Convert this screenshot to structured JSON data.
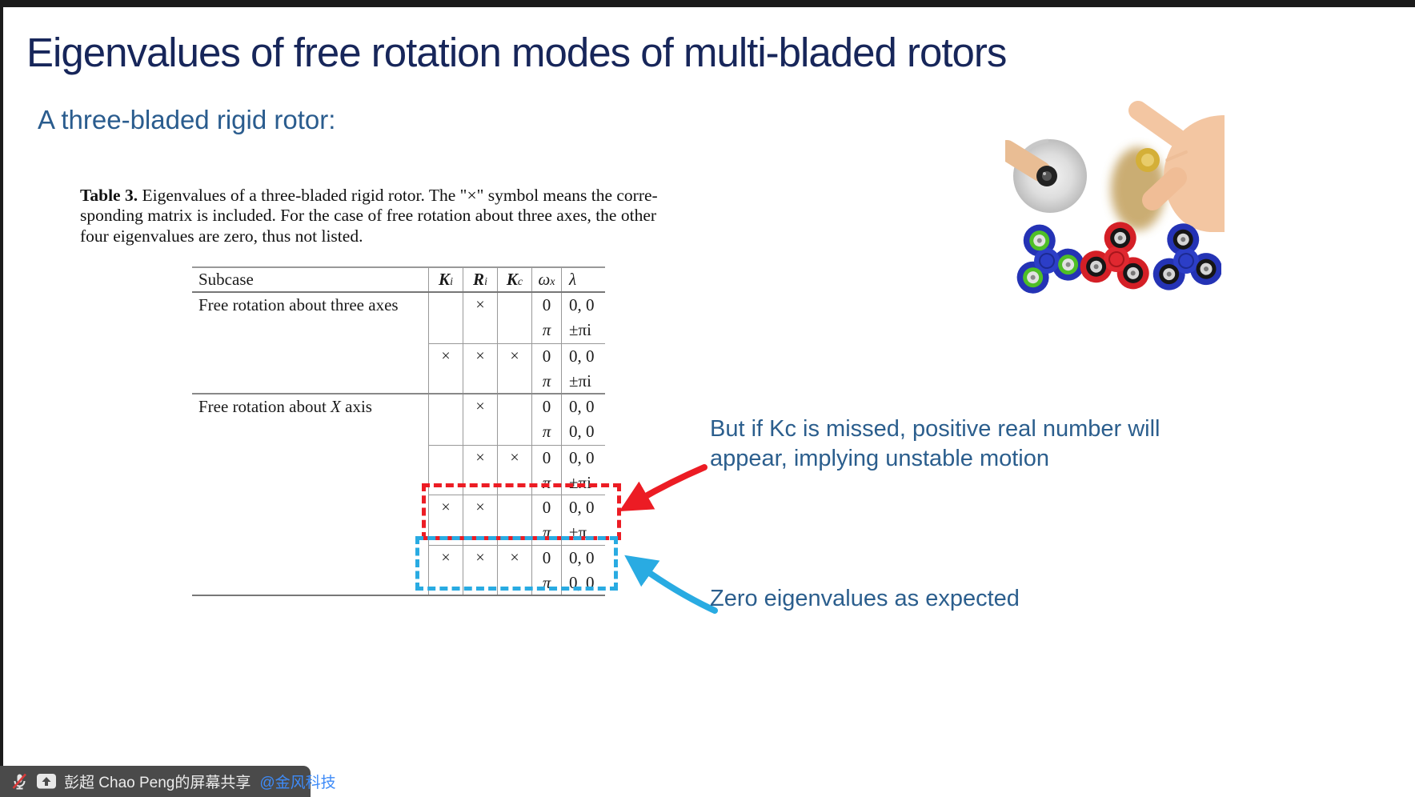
{
  "title": "Eigenvalues of free rotation modes of multi-bladed rotors",
  "subtitle": "A three-bladed rigid rotor:",
  "caption": {
    "label": "Table 3.",
    "line1": " Eigenvalues of a three-bladed rigid rotor. The \"×\" symbol means the corre-",
    "line2": "sponding matrix is included. For the case of free rotation about three axes, the other",
    "line3": "four eigenvalues are zero, thus not listed."
  },
  "table": {
    "columns": [
      {
        "base": "Subcase",
        "sub": "",
        "bold": false
      },
      {
        "base": "K",
        "sub": "i",
        "bold": true
      },
      {
        "base": "R",
        "sub": "i",
        "bold": true
      },
      {
        "base": "K",
        "sub": "c",
        "bold": true
      },
      {
        "base": "ω",
        "sub": "x",
        "bold": false
      },
      {
        "base": "λ",
        "sub": "",
        "bold": false
      }
    ],
    "rows": [
      {
        "sc_pre": "Free rotation about three axes",
        "sc_it": "",
        "sc_post": "",
        "marks": [
          "",
          "×",
          ""
        ],
        "omega": [
          "0",
          "π"
        ],
        "lambda": [
          "0, 0",
          "±πi"
        ],
        "group_start": true
      },
      {
        "sc_pre": "",
        "sc_it": "",
        "sc_post": "",
        "marks": [
          "×",
          "×",
          "×"
        ],
        "omega": [
          "0",
          "π"
        ],
        "lambda": [
          "0, 0",
          "±πi"
        ],
        "group_start": false
      },
      {
        "sc_pre": "Free rotation about ",
        "sc_it": "X",
        "sc_post": " axis",
        "marks": [
          "",
          "×",
          ""
        ],
        "omega": [
          "0",
          "π"
        ],
        "lambda": [
          "0, 0",
          "0, 0"
        ],
        "group_start": true
      },
      {
        "sc_pre": "",
        "sc_it": "",
        "sc_post": "",
        "marks": [
          "",
          "×",
          "×"
        ],
        "omega": [
          "0",
          "π"
        ],
        "lambda": [
          "0, 0",
          "±πi"
        ],
        "group_start": false
      },
      {
        "sc_pre": "",
        "sc_it": "",
        "sc_post": "",
        "marks": [
          "×",
          "×",
          ""
        ],
        "omega": [
          "0",
          "π"
        ],
        "lambda": [
          "0, 0",
          "±π"
        ],
        "group_start": false
      },
      {
        "sc_pre": "",
        "sc_it": "",
        "sc_post": "",
        "marks": [
          "×",
          "×",
          "×"
        ],
        "omega": [
          "0",
          "π"
        ],
        "lambda": [
          "0, 0",
          "0, 0"
        ],
        "group_start": false
      }
    ]
  },
  "annotations": {
    "kc_line1": "But if Kc is missed, positive real number will",
    "kc_line2": "appear, implying unstable motion",
    "zero": "Zero eigenvalues as expected"
  },
  "share_bar": {
    "speaker": "彭超 Chao Peng的屏幕共享",
    "mention": "@金风科技"
  },
  "images": {
    "hand_spinner": "hand flicking a gold fidget spinner",
    "finger_spinner": "finger pressing a spinning blurred fidget spinner",
    "spinners_row": "three fidget spinners: blue with green bearings, red, blue"
  },
  "colors": {
    "title_navy": "#17265a",
    "annotation_blue": "#2b5e8d",
    "red_accent": "#ec1c24",
    "cyan_accent": "#29abe2",
    "mention_blue": "#3e8bf8",
    "share_bar_bg": "#4a4a4a"
  }
}
